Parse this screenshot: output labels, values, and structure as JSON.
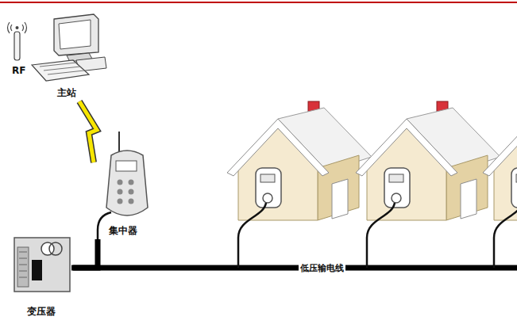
{
  "diagram": {
    "nodes": [
      {
        "text": [
          "主站"
        ]
      },
      {
        "text": [
          "集中器"
        ]
      },
      {
        "text": [
          "变压器"
        ]
      }
    ],
    "edges": [
      {
        "from": 0,
        "to": 1,
        "arrow": "none"
      },
      {
        "from": 2,
        "to": 1,
        "arrow": "none"
      }
    ],
    "labels": [
      "RF",
      "低压输电线"
    ]
  }
}
